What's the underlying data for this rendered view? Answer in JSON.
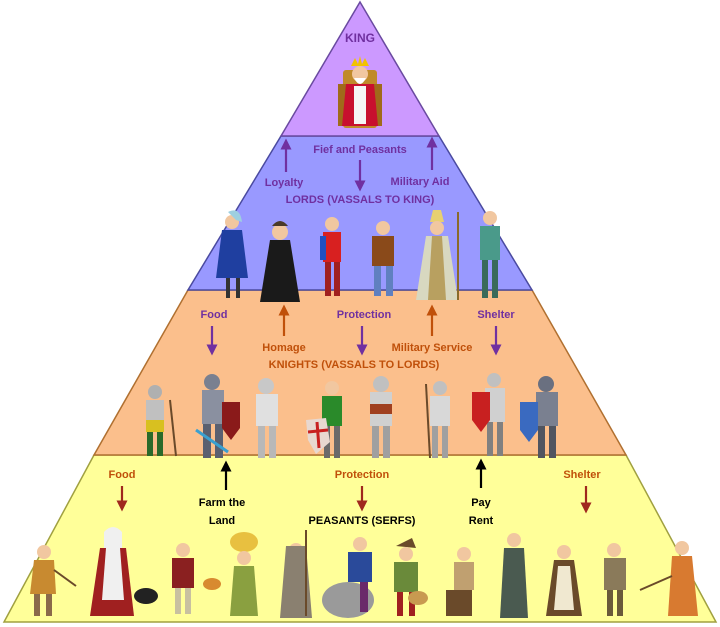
{
  "tiers": [
    {
      "title": "KING",
      "color": "#cc99ff",
      "edge": "#6a4aa0",
      "title_color": "#7030a0",
      "labels": []
    },
    {
      "title": "LORDS (VASSALS TO KING)",
      "color": "#9999ff",
      "edge": "#4a4aa0",
      "title_color": "#7030a0",
      "labels": [
        {
          "text": "Fief and Peasants",
          "color": "#7030a0"
        },
        {
          "text": "Loyalty",
          "color": "#7030a0"
        },
        {
          "text": "Military  Aid",
          "color": "#7030a0"
        }
      ]
    },
    {
      "title": "KNIGHTS (VASSALS TO LORDS)",
      "color": "#fbbf8c",
      "edge": "#b07030",
      "title_color": "#c0500a",
      "labels": [
        {
          "text": "Food",
          "color": "#7030a0"
        },
        {
          "text": "Protection",
          "color": "#7030a0"
        },
        {
          "text": "Shelter",
          "color": "#7030a0"
        },
        {
          "text": "Homage",
          "color": "#c0500a"
        },
        {
          "text": "Military Service",
          "color": "#c0500a"
        }
      ]
    },
    {
      "title": "PEASANTS (SERFS)",
      "color": "#ffff99",
      "edge": "#a0a040",
      "title_color": "#000000",
      "labels": [
        {
          "text": "Food",
          "color": "#c0500a"
        },
        {
          "text": "Protection",
          "color": "#c0500a"
        },
        {
          "text": "Shelter",
          "color": "#c0500a"
        },
        {
          "text": "Farm the",
          "color": "#000000"
        },
        {
          "text": "Land",
          "color": "#000000"
        },
        {
          "text": "Pay",
          "color": "#000000"
        },
        {
          "text": "Rent",
          "color": "#000000"
        }
      ]
    }
  ],
  "arrow_colors": {
    "purple": "#7030a0",
    "brown": "#c0500a",
    "darkred": "#a0281e",
    "black": "#000000"
  },
  "figures": {
    "king": "king-on-throne-figure",
    "lords": [
      "lord-blue-cloak-figure",
      "lord-dark-robe-figure",
      "lord-red-figure",
      "lord-brown-tunic-figure",
      "bishop-figure",
      "lord-green-figure"
    ],
    "knights": [
      "knight-with-axe-figure",
      "knight-sword-shield-figure",
      "knight-plate-figure",
      "knight-cross-shield-figure",
      "knight-standing-figure",
      "knight-spear-figure",
      "knight-red-shield-figure",
      "knight-blue-shield-figure"
    ],
    "peasants": [
      "peasant-hoeing-figure",
      "peasant-woman-cooking-figure",
      "peasant-with-pot-figure",
      "peasant-carrying-basket-figure",
      "monk-figure",
      "peasant-sitting-figure",
      "peasant-with-basket-figure",
      "peasant-blacksmith-figure",
      "peasant-robed-figure",
      "peasant-woman-figure",
      "peasant-old-man-figure",
      "peasant-raking-figure"
    ]
  }
}
